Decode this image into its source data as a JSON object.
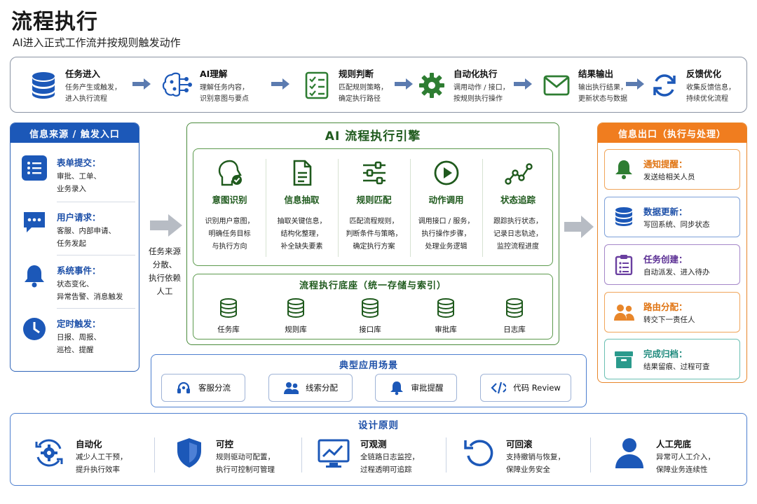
{
  "header": {
    "title": "流程执行",
    "subtitle": "AI进入正式工作流并按规则触发动作"
  },
  "flow": [
    {
      "title": "任务进入",
      "desc1": "任务产生或触发，",
      "desc2": "进入执行流程",
      "icon": "database-icon"
    },
    {
      "title": "AI理解",
      "desc1": "理解任务内容，",
      "desc2": "识别意图与要点",
      "icon": "brain-circuit-icon"
    },
    {
      "title": "规则判断",
      "desc1": "匹配规则策略，",
      "desc2": "确定执行路径",
      "icon": "checklist-icon"
    },
    {
      "title": "自动化执行",
      "desc1": "调用动作 / 接口，",
      "desc2": "按规则执行操作",
      "icon": "gear-icon"
    },
    {
      "title": "结果输出",
      "desc1": "输出执行结果，",
      "desc2": "更新状态与数据",
      "icon": "mail-icon"
    },
    {
      "title": "反馈优化",
      "desc1": "收集反馈信息，",
      "desc2": "持续优化流程",
      "icon": "refresh-icon"
    }
  ],
  "sources": {
    "header": "信息来源 / 触发入口",
    "items": [
      {
        "title": "表单提交：",
        "desc1": "审批、工单、",
        "desc2": "业务录入",
        "icon": "form-list-icon"
      },
      {
        "title": "用户请求：",
        "desc1": "客服、内部申请、",
        "desc2": "任务发起",
        "icon": "chat-bubble-icon"
      },
      {
        "title": "系统事件：",
        "desc1": "状态变化、",
        "desc2": "异常告警、消息触发",
        "icon": "bell-icon"
      },
      {
        "title": "定时触发：",
        "desc1": "日报、周报、",
        "desc2": "巡检、提醒",
        "icon": "clock-icon"
      }
    ]
  },
  "middle_note": [
    "任务来源",
    "分散、",
    "执行依赖",
    "人工"
  ],
  "engine": {
    "title": "AI 流程执行引擎",
    "modules": [
      {
        "title": "意图识别",
        "lines": [
          "识别用户意图，",
          "明确任务目标",
          "与执行方向"
        ],
        "icon": "head-check-icon"
      },
      {
        "title": "信息抽取",
        "lines": [
          "抽取关键信息，",
          "结构化整理，",
          "补全缺失要素"
        ],
        "icon": "document-icon"
      },
      {
        "title": "规则匹配",
        "lines": [
          "匹配流程规则，",
          "判断条件与策略，",
          "确定执行方案"
        ],
        "icon": "sliders-icon"
      },
      {
        "title": "动作调用",
        "lines": [
          "调用接口 / 服务，",
          "执行操作步骤，",
          "处理业务逻辑"
        ],
        "icon": "play-circle-icon"
      },
      {
        "title": "状态追踪",
        "lines": [
          "跟踪执行状态，",
          "记录日志轨迹，",
          "监控流程进度"
        ],
        "icon": "trend-line-icon"
      }
    ],
    "base_title": "流程执行底座（统一存储与索引）",
    "base_items": [
      "任务库",
      "规则库",
      "接口库",
      "审批库",
      "日志库"
    ]
  },
  "scenarios": {
    "title": "典型应用场景",
    "items": [
      {
        "label": "客服分流",
        "icon": "headset-icon"
      },
      {
        "label": "线索分配",
        "icon": "users-icon"
      },
      {
        "label": "审批提醒",
        "icon": "bell-icon"
      },
      {
        "label": "代码 Review",
        "icon": "code-icon"
      }
    ]
  },
  "outputs": {
    "header": "信息出口（执行与处理）",
    "items": [
      {
        "title": "通知提醒：",
        "desc": "发送给相关人员",
        "icon": "bell-icon",
        "color": "#e8862a"
      },
      {
        "title": "数据更新：",
        "desc": "写回系统、同步状态",
        "icon": "database-icon",
        "color": "#2f64b8"
      },
      {
        "title": "任务创建：",
        "desc": "自动派发、进入待办",
        "icon": "clipboard-icon",
        "color": "#6a3fa0"
      },
      {
        "title": "路由分配：",
        "desc": "转交下一责任人",
        "icon": "users-icon",
        "color": "#e8862a"
      },
      {
        "title": "完成归档：",
        "desc": "结果留痕、过程可查",
        "icon": "archive-icon",
        "color": "#2a9a8c"
      }
    ]
  },
  "design": {
    "title": "设计原则",
    "items": [
      {
        "title": "自动化",
        "desc1": "减少人工干预，",
        "desc2": "提升执行效率",
        "icon": "auto-gear-icon"
      },
      {
        "title": "可控",
        "desc1": "规则驱动可配置，",
        "desc2": "执行可控制可管理",
        "icon": "shield-icon"
      },
      {
        "title": "可观测",
        "desc1": "全链路日志监控，",
        "desc2": "过程透明可追踪",
        "icon": "monitor-chart-icon"
      },
      {
        "title": "可回滚",
        "desc1": "支持撤销与恢复，",
        "desc2": "保障业务安全",
        "icon": "undo-icon"
      },
      {
        "title": "人工兜底",
        "desc1": "异常可人工介入，",
        "desc2": "保障业务连续性",
        "icon": "person-icon"
      }
    ]
  },
  "colors": {
    "blue": "#1c58b8",
    "green": "#1f5a1d",
    "orange": "#f07d1f"
  }
}
